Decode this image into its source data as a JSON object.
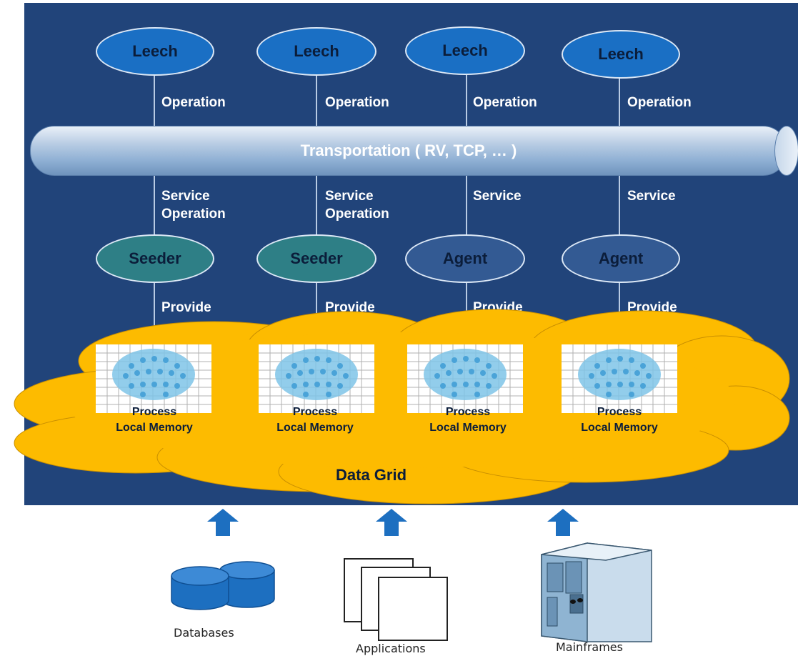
{
  "leech": {
    "label": "Leech"
  },
  "operation": {
    "label": "Operation"
  },
  "transport": {
    "label": "Transportation ( RV, TCP, … )"
  },
  "service": {
    "label": "Service"
  },
  "service_operation": {
    "line1": "Service",
    "line2": "Operation"
  },
  "seeder": {
    "label": "Seeder"
  },
  "agent": {
    "label": "Agent"
  },
  "provide": {
    "label": "Provide"
  },
  "process": {
    "line1": "Process",
    "line2": "Local Memory"
  },
  "data_grid": {
    "label": "Data Grid"
  },
  "sources": {
    "databases": "Databases",
    "applications": "Applications",
    "mainframes": "Mainframes"
  },
  "colors": {
    "panel": "#21447a",
    "leech": "#1a6fc4",
    "seeder": "#2e7f86",
    "agent": "#335a93",
    "cloud": "#fdbb00",
    "arrow": "#1d6fc0"
  }
}
